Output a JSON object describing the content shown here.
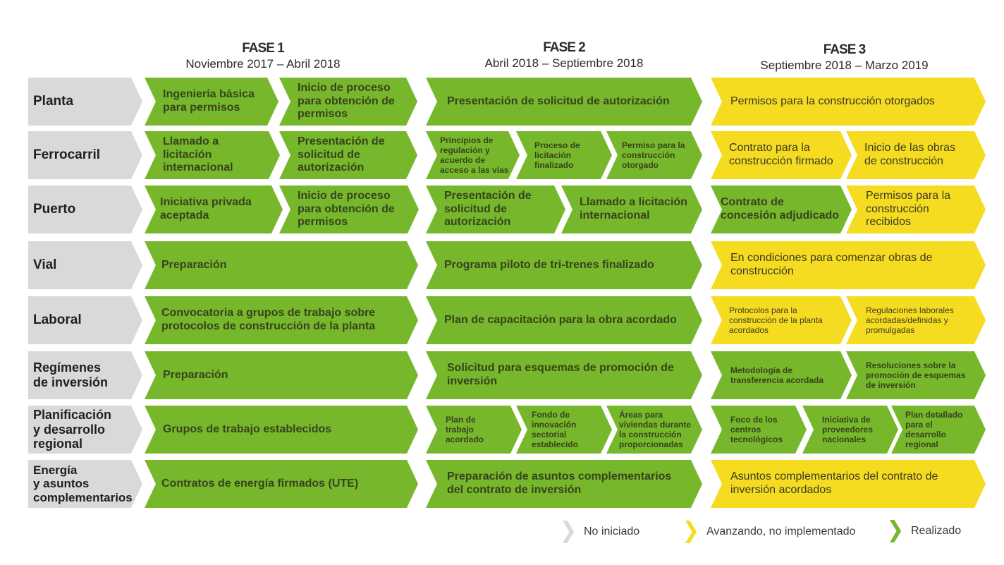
{
  "phases": [
    {
      "title": "FASE 1",
      "dates": "Noviembre 2017 – Abril 2018"
    },
    {
      "title": "FASE 2",
      "dates": "Abril 2018 – Septiembre 2018"
    },
    {
      "title": "FASE 3",
      "dates": "Septiembre 2018 – Marzo 2019"
    }
  ],
  "rows": [
    {
      "label": "Planta",
      "items": [
        {
          "text": "Ingeniería básica\npara permisos",
          "status": "done"
        },
        {
          "text": "Inicio de proceso\npara obtención de\npermisos",
          "status": "done"
        },
        {
          "text": "Presentación de solicitud de autorización",
          "status": "done"
        },
        {
          "text": "Permisos para la construcción otorgados",
          "status": "progress"
        }
      ]
    },
    {
      "label": "Ferrocarril",
      "items": [
        {
          "text": "Llamado a licitación\ninternacional",
          "status": "done"
        },
        {
          "text": "Presentación de\nsolicitud de\nautorización",
          "status": "done"
        },
        {
          "text": "Principios de\nregulación y\nacuerdo de\nacceso a las vías",
          "status": "done"
        },
        {
          "text": "Proceso de\nlicitación\nfinalizado",
          "status": "done"
        },
        {
          "text": "Permiso para la\nconstrucción\notorgado",
          "status": "done"
        },
        {
          "text": "Contrato para la\nconstrucción firmado",
          "status": "progress"
        },
        {
          "text": "Inicio de las obras\nde construcción",
          "status": "progress"
        }
      ]
    },
    {
      "label": "Puerto",
      "items": [
        {
          "text": "Iniciativa privada\naceptada",
          "status": "done"
        },
        {
          "text": "Inicio de proceso\npara obtención de\npermisos",
          "status": "done"
        },
        {
          "text": "Presentación de\nsolicitud de\nautorización",
          "status": "done"
        },
        {
          "text": "Llamado a licitación\ninternacional",
          "status": "done"
        },
        {
          "text": "Contrato de\nconcesión adjudicado",
          "status": "done"
        },
        {
          "text": "Permisos para la\nconstrucción\nrecibidos",
          "status": "progress"
        }
      ]
    },
    {
      "label": "Vial",
      "items": [
        {
          "text": "Preparación",
          "status": "done"
        },
        {
          "text": "Programa piloto de tri-trenes finalizado",
          "status": "done"
        },
        {
          "text": "En condiciones para comenzar obras de\nconstrucción",
          "status": "progress"
        }
      ]
    },
    {
      "label": "Laboral",
      "items": [
        {
          "text": "Convocatoria a grupos de trabajo sobre\nprotocolos de construcción de la planta",
          "status": "done"
        },
        {
          "text": "Plan de capacitación para la obra acordado",
          "status": "done"
        },
        {
          "text": "Protocolos para la\nconstrucción de la planta\nacordados",
          "status": "progress"
        },
        {
          "text": "Regulaciones laborales\nacordadas/definidas y\npromulgadas",
          "status": "progress"
        }
      ]
    },
    {
      "label": "Regímenes\nde inversión",
      "items": [
        {
          "text": "Preparación",
          "status": "done"
        },
        {
          "text": "Solicitud para esquemas de promoción de\ninversión",
          "status": "done"
        },
        {
          "text": "Metodología de\ntransferencia acordada",
          "status": "done"
        },
        {
          "text": "Resoluciones sobre la\npromoción de esquemas\nde inversión",
          "status": "done"
        }
      ]
    },
    {
      "label": "Planificación\ny desarrollo\nregional",
      "items": [
        {
          "text": "Grupos de trabajo establecidos",
          "status": "done"
        },
        {
          "text": "Plan de\ntrabajo\nacordado",
          "status": "done"
        },
        {
          "text": "Fondo de\ninnovación\nsectorial\nestablecido",
          "status": "done"
        },
        {
          "text": "Áreas para\nviviendas durante\nla construcción\nproporcionadas",
          "status": "done"
        },
        {
          "text": "Foco de los\ncentros\ntecnológicos",
          "status": "done"
        },
        {
          "text": "Iniciativa de\nproveedores\nnacionales",
          "status": "done"
        },
        {
          "text": "Plan detallado\npara el desarrollo\nregional",
          "status": "done"
        }
      ]
    },
    {
      "label": "Energía\ny asuntos\ncomplementarios",
      "items": [
        {
          "text": "Contratos de energía firmados (UTE)",
          "status": "done"
        },
        {
          "text": "Preparación de asuntos complementarios\ndel contrato de inversión",
          "status": "done"
        },
        {
          "text": "Asuntos complementarios del contrato de\ninversión acordados",
          "status": "progress"
        }
      ]
    }
  ],
  "legend": [
    {
      "label": "No iniciado",
      "color": "#d9d9d9"
    },
    {
      "label": "Avanzando, no implementado",
      "color": "#f5dc20"
    },
    {
      "label": "Realizado",
      "color": "#77b72b"
    }
  ],
  "colors": {
    "done": "#77b72b",
    "progress": "#f5dc20",
    "not_started": "#d9d9d9"
  }
}
